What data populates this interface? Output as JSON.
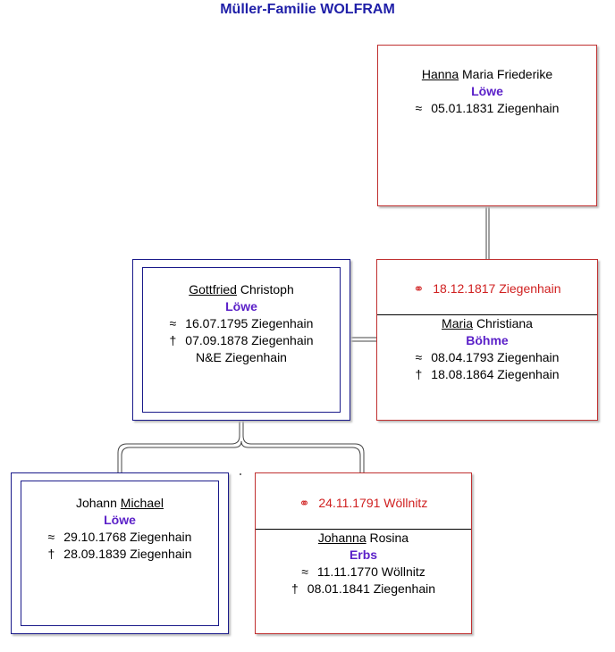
{
  "title": "Müller-Familie WOLFRAM",
  "colors": {
    "title": "#1f1fa8",
    "surname": "#5a1fc8",
    "marriage": "#d02020",
    "red_border": "#c03030",
    "blue_border": "#1a1a8a"
  },
  "hanna": {
    "first_name": "Hanna",
    "rest_names": "Maria Friederike",
    "surname": "Löwe",
    "baptism_symbol": "≈",
    "baptism": "05.01.1831 Ziegenhain"
  },
  "gottfried": {
    "first_name": "Gottfried",
    "rest_names": "Christoph",
    "surname": "Löwe",
    "baptism_symbol": "≈",
    "baptism": "16.07.1795 Ziegenhain",
    "death_symbol": "†",
    "death": "07.09.1878 Ziegenhain",
    "note": "N&E Ziegenhain"
  },
  "maria": {
    "marriage_symbol": "⚭",
    "marriage": "18.12.1817 Ziegenhain",
    "first_name": "Maria",
    "rest_names": "Christiana",
    "surname": "Böhme",
    "baptism_symbol": "≈",
    "baptism": "08.04.1793 Ziegenhain",
    "death_symbol": "†",
    "death": "18.08.1864 Ziegenhain"
  },
  "johann": {
    "pre_names": "Johann",
    "first_name": "Michael",
    "surname": "Löwe",
    "baptism_symbol": "≈",
    "baptism": "29.10.1768 Ziegenhain",
    "death_symbol": "†",
    "death": "28.09.1839 Ziegenhain"
  },
  "johanna": {
    "marriage_symbol": "⚭",
    "marriage": "24.11.1791 Wöllnitz",
    "first_name": "Johanna",
    "rest_names": "Rosina",
    "surname": "Erbs",
    "baptism_symbol": "≈",
    "baptism": "11.11.1770 Wöllnitz",
    "death_symbol": "†",
    "death": "08.01.1841 Ziegenhain"
  }
}
